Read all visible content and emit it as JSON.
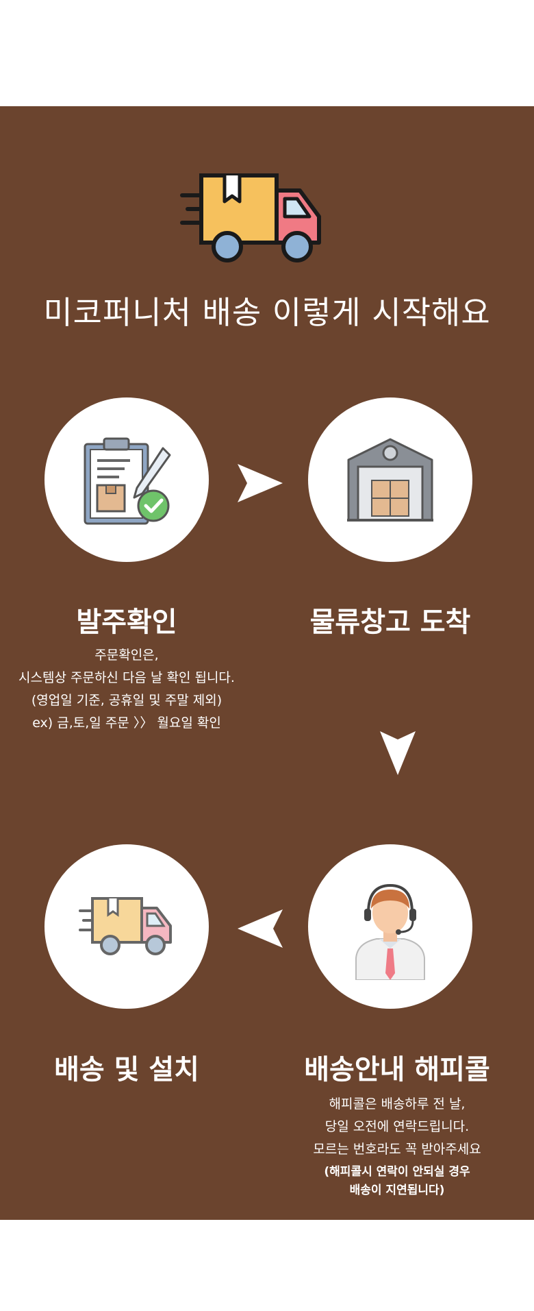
{
  "page": {
    "title": "미코퍼니처 배송 이렇게 시작해요",
    "colors": {
      "panel": "#6b442e",
      "text": "#ffffff",
      "circle": "#ffffff"
    }
  },
  "steps": [
    {
      "title": "발주확인",
      "icon": "clipboard-check-icon",
      "description": [
        "주문확인은,",
        "시스템상 주문하신 다음 날 확인 됩니다.",
        "(영업일 기준, 공휴일 및 주말 제외)",
        "ex) 금,토,일 주문 〉〉 월요일 확인"
      ]
    },
    {
      "title": "물류창고 도착",
      "icon": "warehouse-icon",
      "description": []
    },
    {
      "title": "배송안내 해피콜",
      "icon": "call-agent-icon",
      "description": [
        "해피콜은 배송하루 전 날,",
        "당일 오전에 연락드립니다.",
        "모르는 번호라도 꼭 받아주세요"
      ],
      "note": [
        "(해피콜시 연락이 안되실 경우",
        "배송이 지연됩니다)"
      ]
    },
    {
      "title": "배송 및 설치",
      "icon": "delivery-truck-icon",
      "description": []
    }
  ]
}
